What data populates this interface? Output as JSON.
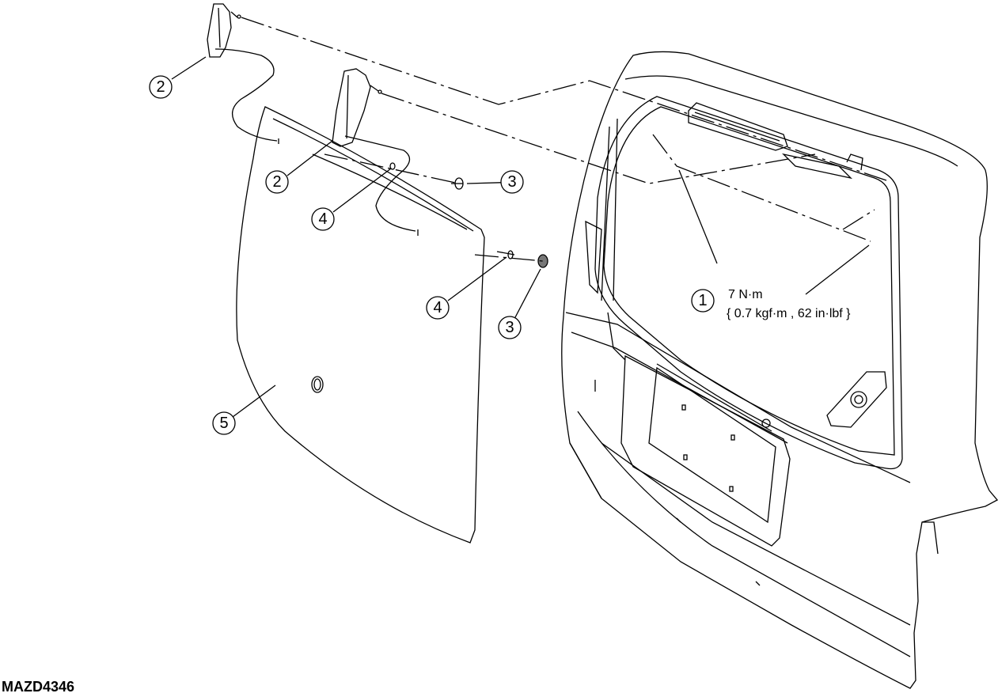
{
  "figure_id": "MAZD4346",
  "callouts": {
    "c1": "1",
    "c2a": "2",
    "c2b": "2",
    "c3a": "3",
    "c3b": "3",
    "c4a": "4",
    "c4b": "4",
    "c5": "5"
  },
  "torque": {
    "value": "7 N·m",
    "converted": "{ 0.7 kgf·m , 62 in·lbf }"
  }
}
